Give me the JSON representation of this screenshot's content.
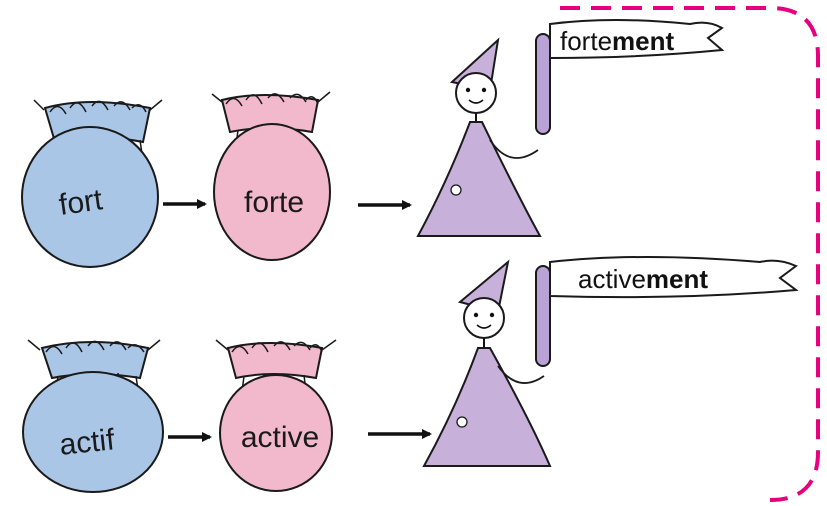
{
  "rows": [
    {
      "masculine": "fort",
      "feminine": "forte",
      "adverb_stem": "forte",
      "adverb_suffix": "ment"
    },
    {
      "masculine": "actif",
      "feminine": "active",
      "adverb_stem": "active",
      "adverb_suffix": "ment"
    }
  ],
  "colors": {
    "masculine_bag": "#a9c6e6",
    "feminine_bag": "#f2b8cc",
    "figure_dress": "#c7b1db",
    "flag_pole": "#b9a2d6",
    "frame_border": "#e6007e",
    "outline": "#1a1a1a"
  },
  "icons": [
    "blue-sack-icon",
    "pink-sack-icon",
    "arrow-icon",
    "girl-figure-icon",
    "flag-banner-icon"
  ]
}
